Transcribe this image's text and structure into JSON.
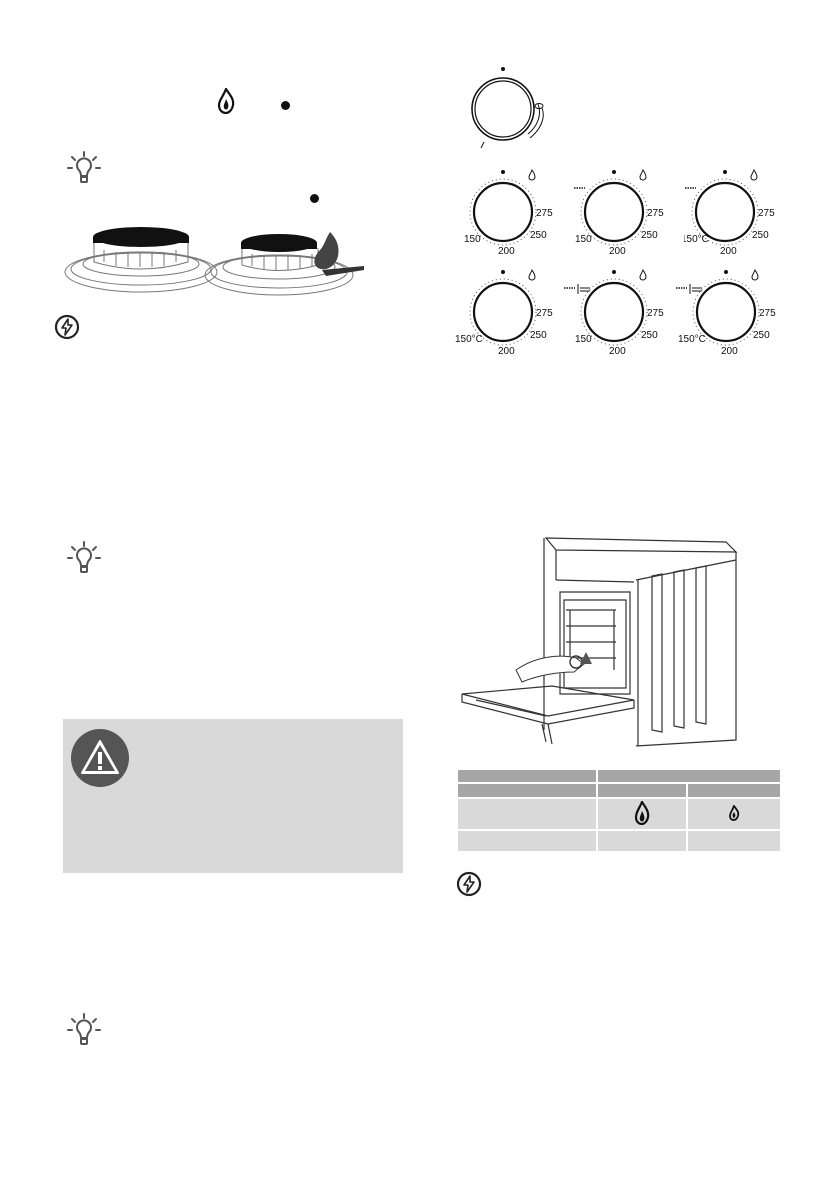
{
  "burner_section": {
    "flame_symbol": "flame-icon",
    "dot_symbol": "off-position-dot",
    "tip_icon": "lightbulb-tip-icon",
    "power_icon": "lightning-circle-icon"
  },
  "dials": {
    "labels": {
      "t150": "150",
      "t150_fan": "150°C",
      "t200": "200",
      "t250": "250",
      "t275": "275"
    }
  },
  "warning": {
    "icon": "warning-triangle-icon"
  },
  "gas_table": {
    "icons": {
      "large_flame": "large-flame-icon",
      "small_flame": "small-flame-icon"
    }
  },
  "colors": {
    "table_header": "#a6a6a6",
    "table_row": "#d9d9d9",
    "warning_box": "#d9d9d9",
    "warning_icon_bg": "#555555"
  }
}
